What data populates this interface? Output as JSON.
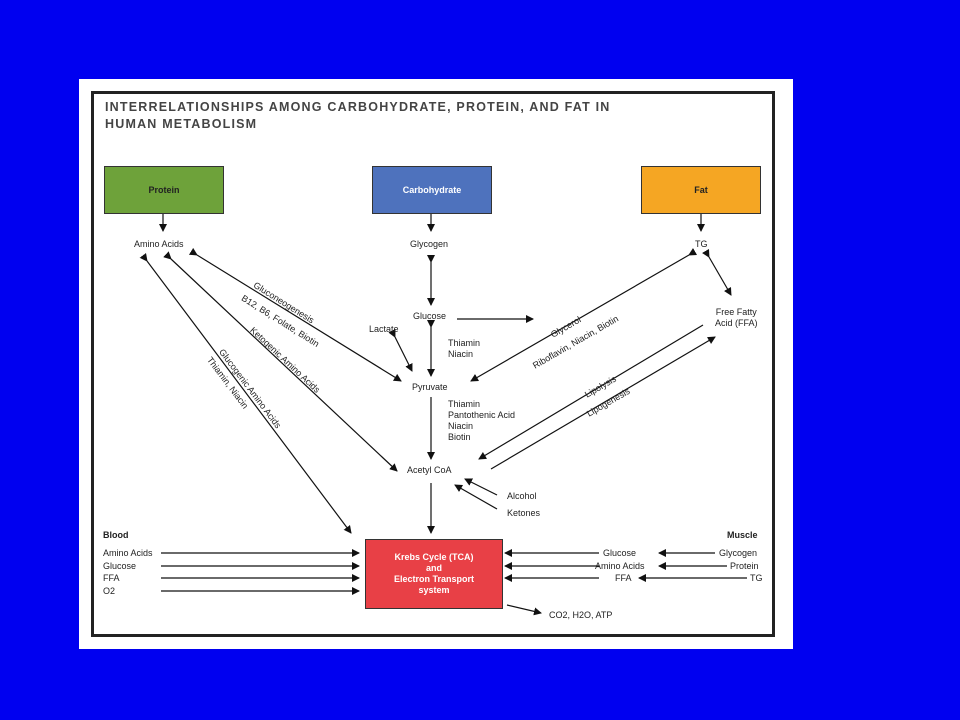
{
  "title_line1": "Interrelationships Among Carbohydrate, Protein, and Fat in",
  "title_line2": "Human Metabolism",
  "boxes": {
    "protein": {
      "label": "Protein",
      "color": "#6ea23a"
    },
    "carbohydrate": {
      "label": "Carbohydrate",
      "color": "#4e72bd"
    },
    "fat": {
      "label": "Fat",
      "color": "#f5a623"
    },
    "krebs_line1": "Krebs Cycle (TCA)",
    "krebs_line2": "and",
    "krebs_line3": "Electron Transport",
    "krebs_line4": "system",
    "krebs_color": "#e84046"
  },
  "nodes": {
    "amino_acids": "Amino Acids",
    "glycogen": "Glycogen",
    "tg": "TG",
    "glucose": "Glucose",
    "lactate": "Lactate",
    "free_fatty_line1": "Free Fatty",
    "free_fatty_line2": "Acid (FFA)",
    "pyruvate": "Pyruvate",
    "acetyl_coa": "Acetyl CoA",
    "alcohol": "Alcohol",
    "ketones": "Ketones"
  },
  "cofactors": {
    "glucose_pyruvate": [
      "Thiamin",
      "Niacin"
    ],
    "pyruvate_acetyl": [
      "Thiamin",
      "Pantothenic Acid",
      "Niacin",
      "Biotin"
    ]
  },
  "pathway_labels": {
    "gluconeogenesis": "Gluconeogenesis",
    "gluconeogenesis_vitamins": "B12, B6, Folate, Biotin",
    "ketogenic": "Ketogenic Amino Acids",
    "glucogenic": "Glucogenic Amino Acids",
    "glucogenic_vitamins": "Thiamin, Niacin",
    "glycerol": "Glycerol",
    "glycerol_vitamins": "Riboflavin, Niacin, Biotin",
    "lipolysis": "Lipolysis",
    "lipogenesis": "Lipogenesis"
  },
  "blood": {
    "heading": "Blood",
    "items": [
      "Amino Acids",
      "Glucose",
      "FFA",
      "O2"
    ]
  },
  "muscle": {
    "heading": "Muscle",
    "inner": [
      "Glucose",
      "Amino Acids",
      "FFA"
    ],
    "outer": [
      "Glycogen",
      "Protein",
      "TG"
    ]
  },
  "output": "CO2, H2O, ATP"
}
